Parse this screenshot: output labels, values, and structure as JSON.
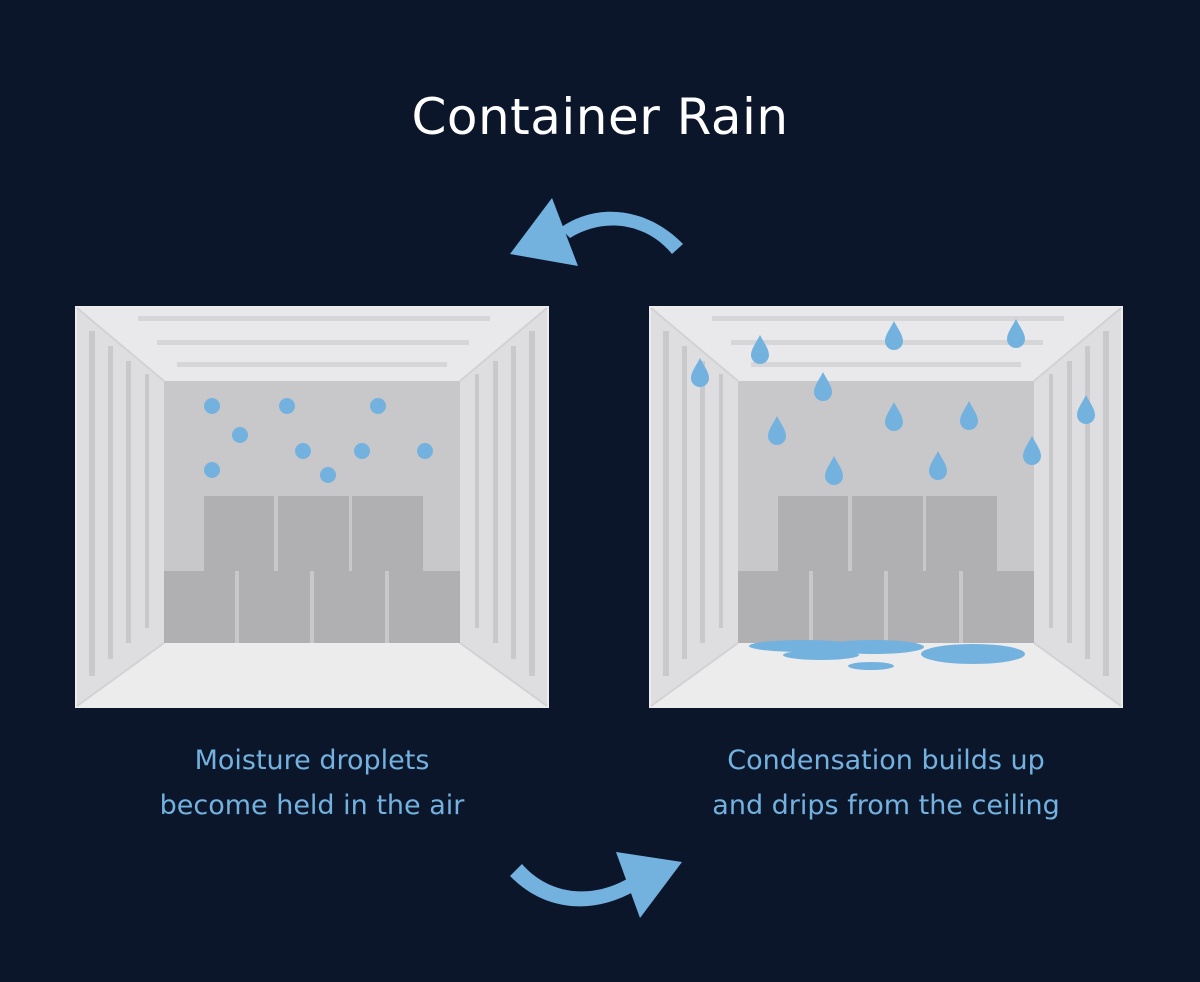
{
  "title": "Container Rain",
  "colors": {
    "background": "#0c162b",
    "accent": "#73b2df",
    "wall_light": "#ececed",
    "wall_side": "#dcdcde",
    "back_wall": "#c8c8ca",
    "box": "#b0b0b2",
    "title_text": "#ffffff"
  },
  "panels": [
    {
      "id": "left",
      "state": "moisture suspended as droplets",
      "caption": [
        "Moisture droplets",
        "become held in the air"
      ]
    },
    {
      "id": "right",
      "state": "condensation dripping and pooling",
      "caption": [
        "Condensation builds up",
        "and drips from the ceiling"
      ]
    }
  ],
  "arrows": [
    {
      "name": "cycle-arrow-top",
      "direction": "right-to-left"
    },
    {
      "name": "cycle-arrow-bottom",
      "direction": "left-to-right"
    }
  ]
}
